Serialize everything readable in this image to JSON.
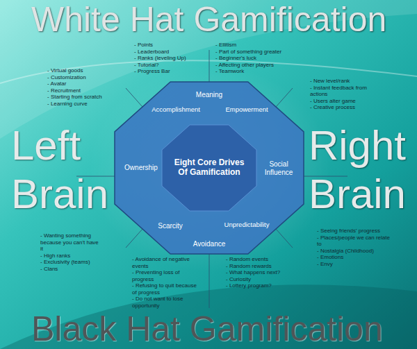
{
  "diagram": {
    "nodes": [
      {
        "text": [
          "Eight Core Drives Of Gamification",
          "Meaning",
          "Accomplishment",
          "Empowerment",
          "Ownership",
          "Social Influence",
          "Scarcity",
          "Unpredictability",
          "Avoidance"
        ]
      }
    ],
    "labels": [
      "White Hat Gamification",
      "Left Brain",
      "Right Brain",
      "Black Hat Gamification",
      "- Points",
      "- Leaderboard",
      "- Ranks (leveling Up)",
      "- Tutorial?",
      "- Progress Bar",
      "- Ellitism",
      "- Part of something greater",
      "- Beginner's luck",
      "- Affecting other players",
      "- Teamwork",
      "- Virtual goods",
      "- Customization",
      "- Avatar",
      "- Recruitment",
      "- Starting from scratch",
      "- Learning curve",
      "- New level/rank",
      "- Instant feedback from actions",
      "- Users alter game",
      "- Creative process",
      "- Seeing friends' progress",
      "- Places/people we can relate to",
      "- Nostalgia (Childhood)",
      "- Emotions",
      "- Envy",
      "- Wanting something because you can't have it",
      "- High ranks",
      "- Exclusivity (teams)",
      "- Clans",
      "- Avoidance of negative events",
      "- Preventing loss of progress",
      "- Refusing to quit because of progress",
      "- Do not want to lose opportunity",
      "- Random events",
      "- Random rewards",
      "- What happens next?",
      "- Curiosity",
      "- Lottery program?"
    ]
  }
}
